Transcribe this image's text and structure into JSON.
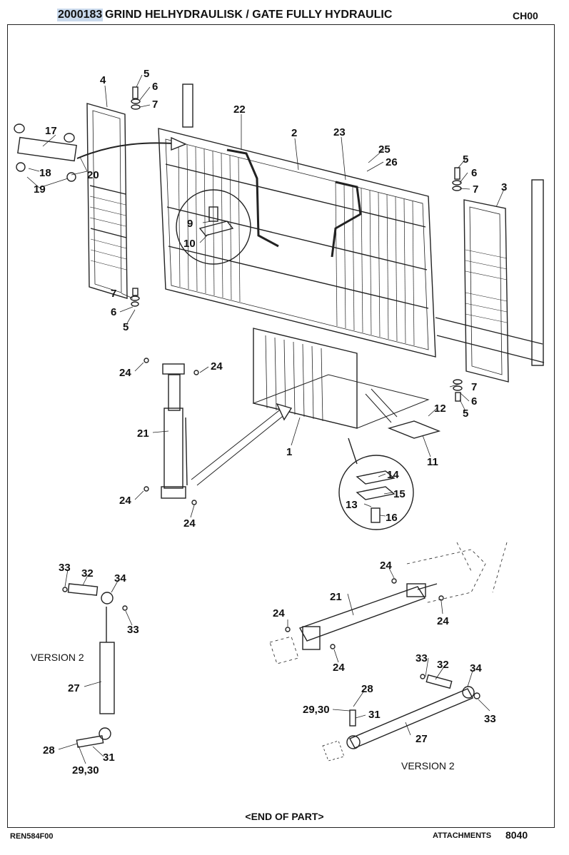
{
  "header": {
    "part_number": "2000183",
    "title": "GRIND HELHYDRAULISK / GATE FULLY HYDRAULIC",
    "section_code": "CH00"
  },
  "callouts": {
    "c1": "1",
    "c2": "2",
    "c3": "3",
    "c4": "4",
    "c5": "5",
    "c6": "6",
    "c7": "7",
    "c9": "9",
    "c10": "10",
    "c11": "11",
    "c12": "12",
    "c13": "13",
    "c14": "14",
    "c15": "15",
    "c16": "16",
    "c17": "17",
    "c18": "18",
    "c19": "19",
    "c20": "20",
    "c21": "21",
    "c22": "22",
    "c23": "23",
    "c24": "24",
    "c25": "25",
    "c26": "26",
    "c27": "27",
    "c28": "28",
    "c29_30": "29,30",
    "c31": "31",
    "c32": "32",
    "c33": "33",
    "c34": "34"
  },
  "version_labels": {
    "left": "VERSION 2",
    "right": "VERSION 2"
  },
  "end_text": "<END OF PART>",
  "footer": {
    "reference": "REN584F00",
    "section": "ATTACHMENTS",
    "page": "8040"
  }
}
